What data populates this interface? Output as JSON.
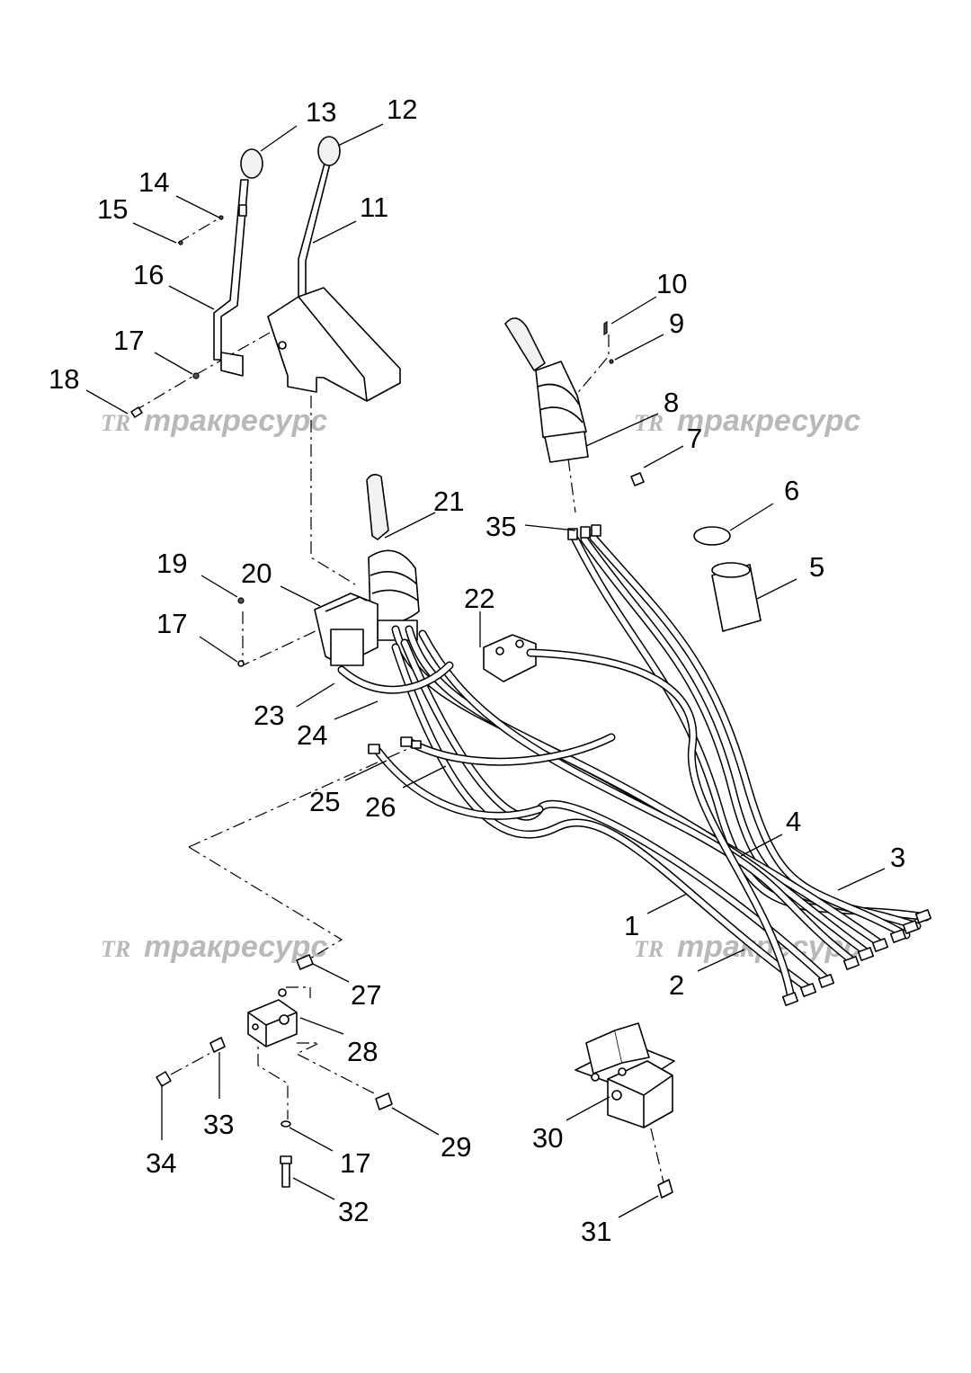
{
  "callouts": [
    {
      "id": "c13",
      "label": "13"
    },
    {
      "id": "c12",
      "label": "12"
    },
    {
      "id": "c14",
      "label": "14"
    },
    {
      "id": "c15",
      "label": "15"
    },
    {
      "id": "c11",
      "label": "11"
    },
    {
      "id": "c16",
      "label": "16"
    },
    {
      "id": "c10",
      "label": "10"
    },
    {
      "id": "c9",
      "label": "9"
    },
    {
      "id": "c17a",
      "label": "17"
    },
    {
      "id": "c18",
      "label": "18"
    },
    {
      "id": "c8",
      "label": "8"
    },
    {
      "id": "c7",
      "label": "7"
    },
    {
      "id": "c6",
      "label": "6"
    },
    {
      "id": "c21",
      "label": "21"
    },
    {
      "id": "c35",
      "label": "35"
    },
    {
      "id": "c5",
      "label": "5"
    },
    {
      "id": "c19",
      "label": "19"
    },
    {
      "id": "c20",
      "label": "20"
    },
    {
      "id": "c22",
      "label": "22"
    },
    {
      "id": "c17b",
      "label": "17"
    },
    {
      "id": "c23",
      "label": "23"
    },
    {
      "id": "c24",
      "label": "24"
    },
    {
      "id": "c25",
      "label": "25"
    },
    {
      "id": "c26",
      "label": "26"
    },
    {
      "id": "c4",
      "label": "4"
    },
    {
      "id": "c3",
      "label": "3"
    },
    {
      "id": "c1",
      "label": "1"
    },
    {
      "id": "c2",
      "label": "2"
    },
    {
      "id": "c27",
      "label": "27"
    },
    {
      "id": "c28",
      "label": "28"
    },
    {
      "id": "c33",
      "label": "33"
    },
    {
      "id": "c30",
      "label": "30"
    },
    {
      "id": "c34",
      "label": "34"
    },
    {
      "id": "c29",
      "label": "29"
    },
    {
      "id": "c17c",
      "label": "17"
    },
    {
      "id": "c32",
      "label": "32"
    },
    {
      "id": "c31",
      "label": "31"
    }
  ],
  "watermark": {
    "logo": "TR",
    "text": "тракресурс"
  }
}
